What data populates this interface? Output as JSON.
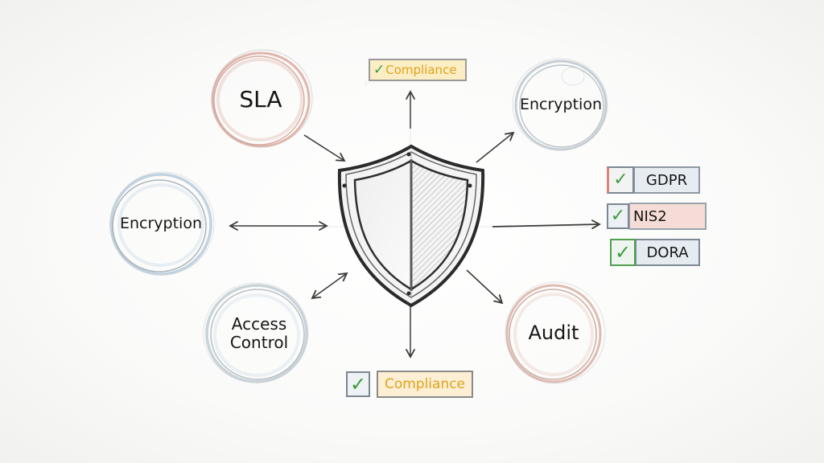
{
  "diagram": {
    "center": {
      "icon": "shield-icon",
      "label": ""
    },
    "nodes": [
      {
        "id": "sla",
        "label": "SLA",
        "ring_color": "#d49a8e"
      },
      {
        "id": "encryption-top-right",
        "label": "Encryption",
        "ring_color": "#b9c6d0"
      },
      {
        "id": "encryption-left",
        "label": "Encryption",
        "ring_color": "#a9bfd3"
      },
      {
        "id": "access-control",
        "label_line1": "Access",
        "label_line2": "Control",
        "ring_color": "#b8c4cc"
      },
      {
        "id": "audit",
        "label": "Audit",
        "ring_color": "#d2a294"
      }
    ],
    "compliance_tags": {
      "top": {
        "label": "Compliance",
        "check": "✓",
        "text_color": "#e0a21c",
        "bg": "#fbeec4",
        "check_color": "#3a9a3a"
      },
      "bottom": {
        "label": "Compliance",
        "check": "✓",
        "text_color": "#e0a21c",
        "bg": "#fcefd3",
        "check_color": "#3a9a3a"
      }
    },
    "regulations": [
      {
        "label": "GDPR",
        "check": "✓",
        "bg": "#e6ecf2",
        "accent": "#d9857a"
      },
      {
        "label": "NIS2",
        "check": "✓",
        "bg": "#f6dcd6",
        "accent": "#8da0b0"
      },
      {
        "label": "DORA",
        "check": "✓",
        "bg": "#e4ebf1",
        "accent": "#4fa04f"
      }
    ],
    "colors": {
      "ink": "#2f2f2f",
      "check_green": "#3e9e3e",
      "compliance_text": "#e0a21c"
    }
  }
}
